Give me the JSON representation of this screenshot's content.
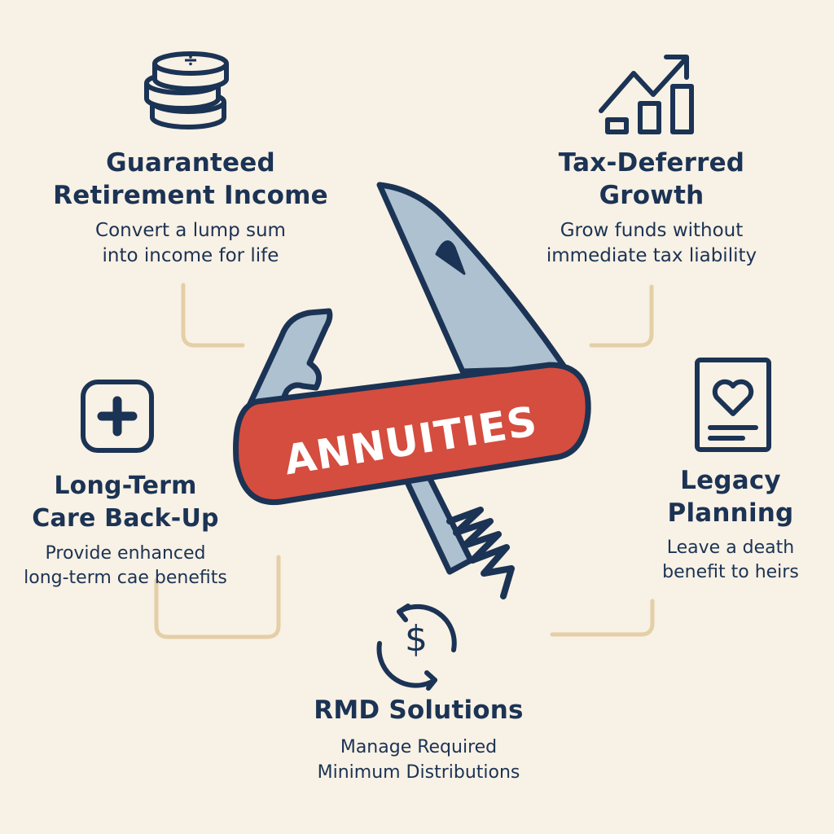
{
  "center": {
    "label": "ANNUITIES"
  },
  "features": {
    "income": {
      "title": [
        "Guaranteed",
        "Retirement Income"
      ],
      "desc": [
        "Convert a lump sum",
        "into income for life"
      ],
      "icon": "coin-stack-icon"
    },
    "tax": {
      "title": [
        "Tax-Deferred",
        "Growth"
      ],
      "desc": [
        "Grow funds without",
        "immediate tax liability"
      ],
      "icon": "growth-chart-icon"
    },
    "ltc": {
      "title": [
        "Long-Term",
        "Care Back-Up"
      ],
      "desc": [
        "Provide enhanced",
        "long-term cae benefits"
      ],
      "icon": "medical-plus-icon"
    },
    "legacy": {
      "title": [
        "Legacy",
        "Planning"
      ],
      "desc": [
        "Leave a death",
        "benefit to heirs"
      ],
      "icon": "heart-document-icon"
    },
    "rmd": {
      "title": [
        "RMD Solutions"
      ],
      "desc": [
        "Manage Required",
        "Minimum Distributions"
      ],
      "icon": "dollar-cycle-icon"
    }
  },
  "colors": {
    "background": "#f8f1e5",
    "navy": "#1b3354",
    "red": "#d44d3f",
    "blade": "#adc1d1",
    "connector": "#e4cfa6"
  }
}
